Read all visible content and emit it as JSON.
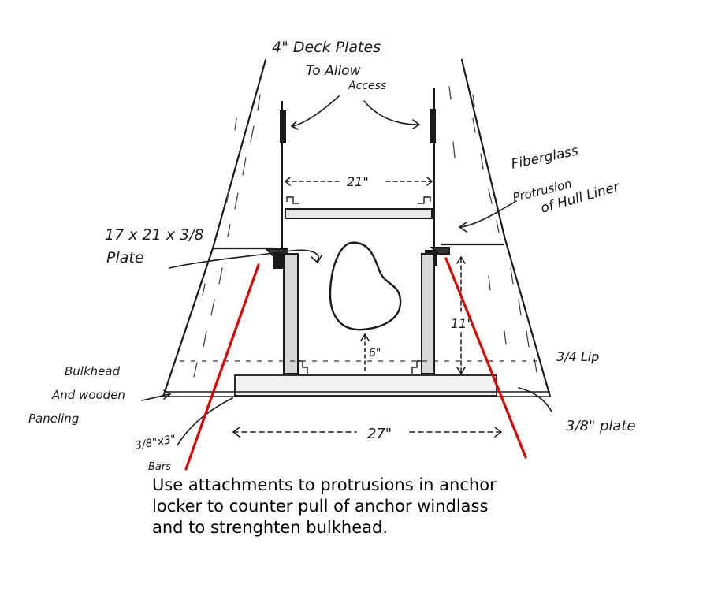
{
  "labels": {
    "deck_plates_1": "4\" Deck Plates",
    "deck_plates_2": "To Allow",
    "deck_plates_3": "Access",
    "fiberglass_1": "Fiberglass",
    "fiberglass_2": "Protrusion",
    "fiberglass_3": "of Hull Liner",
    "plate_1": "17 x 21 x 3/8",
    "plate_2": "Plate",
    "width_21": "21\"",
    "height_11": "11\"",
    "hole_6": "6\"",
    "lip": "3/4 Lip",
    "bulkhead_1": "Bulkhead",
    "bulkhead_2": "And wooden",
    "bulkhead_3": "Paneling",
    "bars_1": "3/8\"x3\"",
    "bars_2": "Bars",
    "width_27": "27\"",
    "plate_38": "3/8\" plate"
  },
  "caption": {
    "line1": "Use attachments to protrusions in anchor",
    "line2": "locker to counter pull of anchor windlass",
    "line3": "and to strenghten bulkhead."
  },
  "colors": {
    "ink": "#1a1a1a",
    "pointer": "#e00000",
    "background": "#ffffff"
  }
}
